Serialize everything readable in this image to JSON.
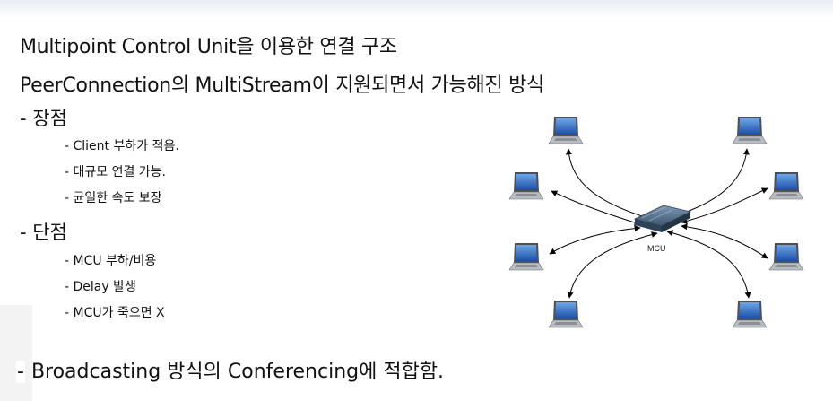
{
  "title_line1": "Multipoint Control Unit을 이용한 연결 구조",
  "title_line2": "PeerConnection의 MultiStream이 지원되면서 가능해진 방식",
  "pros": {
    "heading": "- 장점",
    "items": [
      "- Client 부하가 적음.",
      "- 대규모 연결 가능.",
      "- 균일한 속도 보장"
    ]
  },
  "cons": {
    "heading": "- 단점",
    "items": [
      "- MCU 부하/비용",
      "- Delay 발생",
      "- MCU가 죽으면 X"
    ]
  },
  "conclusion": {
    "dash": "-",
    "text": " Broadcasting 방식의 Conferencing에 적합함."
  },
  "diagram": {
    "hub_label": "MCU",
    "hub_icon": "network-switch-icon",
    "client_icon": "laptop-icon",
    "client_count": 8
  }
}
